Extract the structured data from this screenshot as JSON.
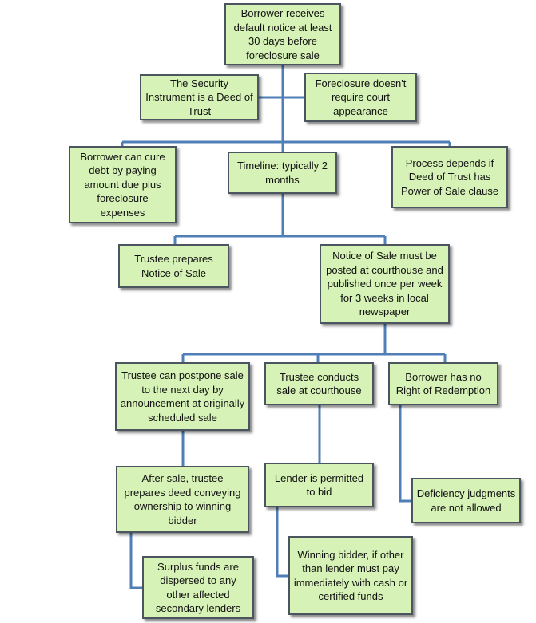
{
  "colors": {
    "box_fill": "#d6f2b6",
    "box_border": "#4b5560",
    "connector": "#4f7fb6"
  },
  "nodes": {
    "default_notice": "Borrower receives default notice at least 30 days before foreclosure sale",
    "deed_of_trust": "The Security Instrument is a Deed of Trust",
    "no_court": "Foreclosure doesn't require court appearance",
    "cure_debt": "Borrower can cure debt by paying amount due plus foreclosure expenses",
    "timeline": "Timeline: typically 2 months",
    "power_of_sale": "Process depends if Deed of Trust has Power of Sale clause",
    "trustee_prepares_notice": "Trustee prepares Notice of Sale",
    "notice_posted": "Notice of Sale must be posted at courthouse and published once per week for 3 weeks in local newspaper",
    "postpone_sale": "Trustee can postpone sale to the next day by announcement at originally scheduled sale",
    "conducts_sale": "Trustee conducts sale at courthouse",
    "no_redemption": "Borrower has no Right of Redemption",
    "prepares_deed": "After sale, trustee prepares deed conveying ownership to winning bidder",
    "lender_bid": "Lender is permitted to bid",
    "deficiency": "Deficiency judgments are not allowed",
    "surplus_funds": "Surplus funds are dispersed to any other affected secondary lenders",
    "winning_bidder": "Winning bidder, if other than lender must pay immediately with cash or certified funds"
  }
}
